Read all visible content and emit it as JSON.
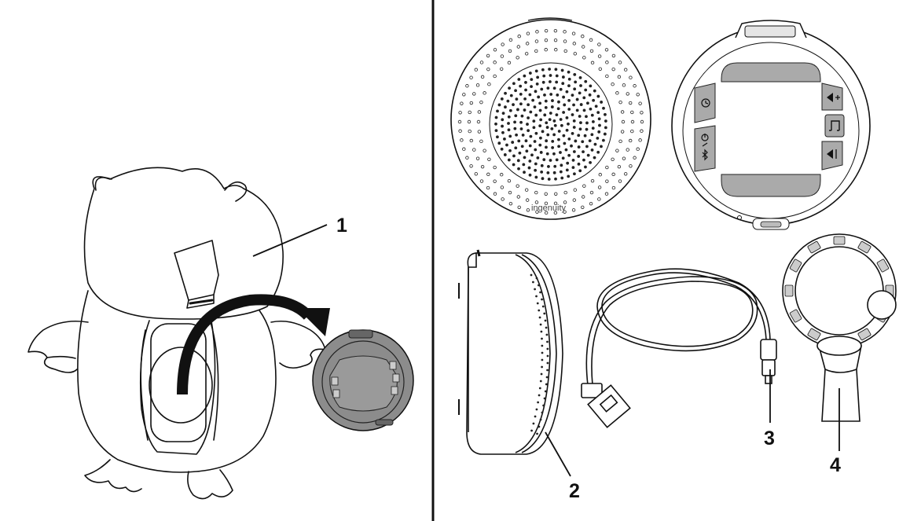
{
  "callouts": [
    {
      "number": "1"
    },
    {
      "number": "2"
    },
    {
      "number": "3"
    },
    {
      "number": "4"
    }
  ],
  "brand": {
    "logo_text": "ingenuity"
  },
  "icons": {
    "control_buttons": [
      "clock-icon",
      "power-bluetooth-icon",
      "volume-up-icon",
      "music-note-icon",
      "volume-down-icon"
    ],
    "device_parts": [
      "owl-plush-icon",
      "insert-arrow-icon",
      "speaker-front-icon",
      "speaker-back-icon",
      "speaker-side-icon",
      "usb-cable-icon",
      "clip-ring-icon"
    ]
  },
  "colors": {
    "line": "#111111",
    "panel_fill": "#8c8c8c",
    "button_fill": "#aaaaaa",
    "dot": "#222222"
  }
}
